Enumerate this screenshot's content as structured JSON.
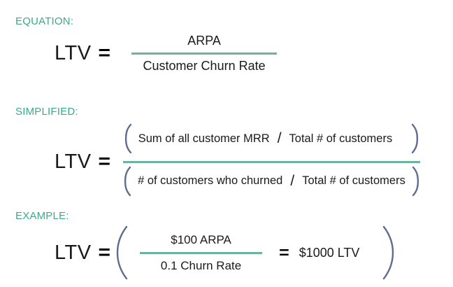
{
  "theme": {
    "background": "#ffffff",
    "label_color": "#3aab8a",
    "fraction_bar_color": "#6cb3a0",
    "text_color": "#1a1a1a",
    "paren_color": "#5d6d8e"
  },
  "blocks": {
    "equation": {
      "label": "EQUATION:",
      "lhs": "LTV",
      "equals": "=",
      "numerator": "ARPA",
      "denominator": "Customer Churn Rate"
    },
    "simplified": {
      "label": "SIMPLIFIED:",
      "lhs": "LTV",
      "equals": "=",
      "numerator_left": "Sum of all customer MRR",
      "numerator_slash": "/",
      "numerator_right": "Total # of customers",
      "denominator_left": "# of customers who churned",
      "denominator_slash": "/",
      "denominator_right": "Total # of customers"
    },
    "example": {
      "label": "EXAMPLE:",
      "lhs": "LTV",
      "equals": "=",
      "numerator": "$100 ARPA",
      "denominator": "0.1 Churn Rate",
      "equals2": "=",
      "result": "$1000 LTV"
    }
  }
}
